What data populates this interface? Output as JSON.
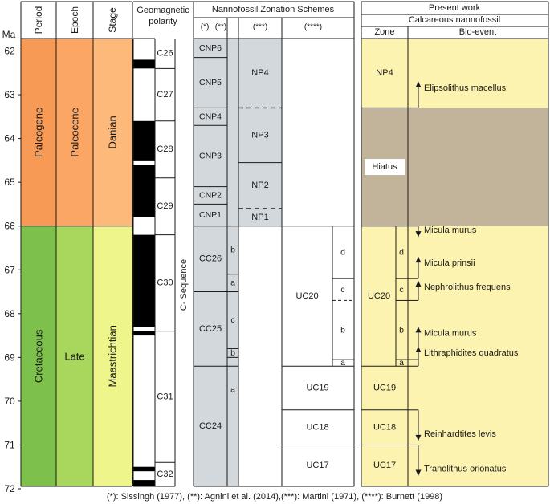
{
  "headers": {
    "ma": "Ma",
    "period": "Period",
    "epoch": "Epoch",
    "stage": "Stage",
    "geomag_line1": "Geomagnetic",
    "geomag_line2": "polarity",
    "nanno_title": "Nannofossil Zonation Schemes",
    "scheme1": "(*)",
    "scheme2": "(**)",
    "scheme3": "(***)",
    "scheme4": "(****)",
    "present_work": "Present work",
    "calc_nanno": "Calcareous nannofossil",
    "zone": "Zone",
    "bio_event": "Bio-event",
    "c_sequence": "C- Sequence"
  },
  "ma_ticks": [
    "62",
    "63",
    "64",
    "65",
    "66",
    "67",
    "68",
    "69",
    "70",
    "71",
    "72"
  ],
  "periods": [
    {
      "label": "Paleogene",
      "top": 61.7,
      "bottom": 66.0,
      "color": "#f79a55"
    },
    {
      "label": "Cretaceous",
      "top": 66.0,
      "bottom": 72.1,
      "color": "#7dc14c"
    }
  ],
  "epochs": [
    {
      "label": "Paleocene",
      "top": 61.7,
      "bottom": 66.0,
      "color": "#fba665"
    },
    {
      "label": "Late",
      "top": 66.0,
      "bottom": 72.1,
      "color": "#a9d65c"
    }
  ],
  "stages": [
    {
      "label": "Danian",
      "top": 61.7,
      "bottom": 66.0,
      "color": "#fdb97a"
    },
    {
      "label": "Maastrichtian",
      "top": 66.0,
      "bottom": 72.1,
      "color": "#eef58a"
    }
  ],
  "polarity_black_bands": [
    [
      62.2,
      62.4
    ],
    [
      63.6,
      64.5
    ],
    [
      64.6,
      65.8
    ],
    [
      66.2,
      68.3
    ],
    [
      68.4,
      68.5
    ],
    [
      71.5,
      71.6
    ],
    [
      71.8,
      72.1
    ]
  ],
  "chrons": [
    {
      "label": "C26",
      "top": 61.7,
      "bottom": 62.4
    },
    {
      "label": "C27",
      "top": 62.4,
      "bottom": 63.6
    },
    {
      "label": "C28",
      "top": 63.6,
      "bottom": 64.9
    },
    {
      "label": "C29",
      "top": 64.9,
      "bottom": 66.2
    },
    {
      "label": "C30",
      "top": 66.2,
      "bottom": 68.4
    },
    {
      "label": "C31",
      "top": 68.4,
      "bottom": 71.4
    },
    {
      "label": "C32",
      "top": 71.4,
      "bottom": 72.1
    }
  ],
  "zones_cnp": [
    {
      "label": "CNP6",
      "top": 61.7,
      "bottom": 62.15
    },
    {
      "label": "CNP5",
      "top": 62.15,
      "bottom": 63.3
    },
    {
      "label": "CNP4",
      "top": 63.3,
      "bottom": 63.7
    },
    {
      "label": "CNP3",
      "top": 63.7,
      "bottom": 65.1
    },
    {
      "label": "CNP2",
      "top": 65.1,
      "bottom": 65.5
    },
    {
      "label": "CNP1",
      "top": 65.5,
      "bottom": 66.0
    }
  ],
  "zones_cc": [
    {
      "label": "CC26",
      "top": 66.0,
      "bottom": 67.5
    },
    {
      "label": "CC25",
      "top": 67.5,
      "bottom": 69.2
    },
    {
      "label": "CC24",
      "top": 69.2,
      "bottom": 72.1
    }
  ],
  "subzones_cc": [
    {
      "label": "b",
      "top": 66.0,
      "bottom": 67.1
    },
    {
      "label": "a",
      "top": 67.1,
      "bottom": 67.5
    },
    {
      "label": "c",
      "top": 67.5,
      "bottom": 68.8
    },
    {
      "label": "b",
      "top": 68.8,
      "bottom": 69.0
    },
    {
      "label": "a",
      "top": 69.0,
      "bottom": 72.1
    }
  ],
  "zones_np": [
    {
      "label": "NP4",
      "top": 61.7,
      "bottom": 63.3,
      "dash_bottom": true
    },
    {
      "label": "NP3",
      "top": 63.3,
      "bottom": 64.55,
      "dash_bottom": false
    },
    {
      "label": "NP2",
      "top": 64.55,
      "bottom": 65.6,
      "dash_bottom": true
    },
    {
      "label": "NP1",
      "top": 65.6,
      "bottom": 66.0,
      "dash_bottom": false
    }
  ],
  "zones_uc": [
    {
      "label": "UC20",
      "top": 66.0,
      "bottom": 69.2
    },
    {
      "label": "UC19",
      "top": 69.2,
      "bottom": 70.2
    },
    {
      "label": "UC18",
      "top": 70.2,
      "bottom": 71.0
    },
    {
      "label": "UC17",
      "top": 71.0,
      "bottom": 72.1
    }
  ],
  "subzones_uc20": [
    {
      "label": "d",
      "top": 66.0,
      "bottom": 67.2,
      "dash_bottom": false
    },
    {
      "label": "c",
      "top": 67.2,
      "bottom": 67.7,
      "dash_bottom": true
    },
    {
      "label": "b",
      "top": 67.7,
      "bottom": 69.05,
      "dash_bottom": false
    },
    {
      "label": "a",
      "top": 69.05,
      "bottom": 69.2,
      "dash_bottom": false
    }
  ],
  "present_zones": [
    {
      "label": "NP4",
      "top": 61.7,
      "bottom": 63.3,
      "color": "#fdf3b0"
    },
    {
      "label": "Hiatus",
      "top": 63.3,
      "bottom": 66.0,
      "color": "#c2b49a"
    },
    {
      "label": "UC20",
      "top": 66.0,
      "bottom": 69.2,
      "color": "#fdf3b0"
    },
    {
      "label": "UC19",
      "top": 69.2,
      "bottom": 70.2,
      "color": "#fdf3b0"
    },
    {
      "label": "UC18",
      "top": 70.2,
      "bottom": 71.0,
      "color": "#fdf3b0"
    },
    {
      "label": "UC17",
      "top": 71.0,
      "bottom": 72.1,
      "color": "#fdf3b0"
    }
  ],
  "present_subzones": [
    {
      "label": "d",
      "top": 66.0,
      "bottom": 67.2
    },
    {
      "label": "c",
      "top": 67.2,
      "bottom": 67.7
    },
    {
      "label": "b",
      "top": 67.7,
      "bottom": 69.05
    },
    {
      "label": "a",
      "top": 69.05,
      "bottom": 69.2
    }
  ],
  "bio_events": [
    {
      "label": "Elipsolithus macellus",
      "ma": 63.3,
      "label_ma": 62.85,
      "direction": "up"
    },
    {
      "label": "Micula murus",
      "ma": 66.0,
      "label_ma": 66.1,
      "direction": "down"
    },
    {
      "label": "Micula prinsii",
      "ma": 67.2,
      "label_ma": 66.85,
      "direction": "up"
    },
    {
      "label": "Nephrolithus frequens",
      "ma": 67.7,
      "label_ma": 67.4,
      "direction": "up"
    },
    {
      "label": "Micula murus",
      "ma": 69.05,
      "label_ma": 68.45,
      "direction": "up"
    },
    {
      "label": "Lithraphidites quadratus",
      "ma": 69.2,
      "label_ma": 68.9,
      "direction": "up"
    },
    {
      "label": "Reinhardtites levis",
      "ma": 70.2,
      "label_ma": 70.75,
      "direction": "down"
    },
    {
      "label": "Tranolithus orionatus",
      "ma": 71.0,
      "label_ma": 71.55,
      "direction": "down"
    }
  ],
  "footnote": "(*): Sissingh (1977), (**): Agnini et al. (2014),(***): Martini (1971), (****): Burnett (1998)",
  "colors": {
    "scheme_gray": "#d3d8dc",
    "present_yellow": "#fdf3b0",
    "hiatus": "#c2b49a",
    "line": "#1a1a1a"
  }
}
